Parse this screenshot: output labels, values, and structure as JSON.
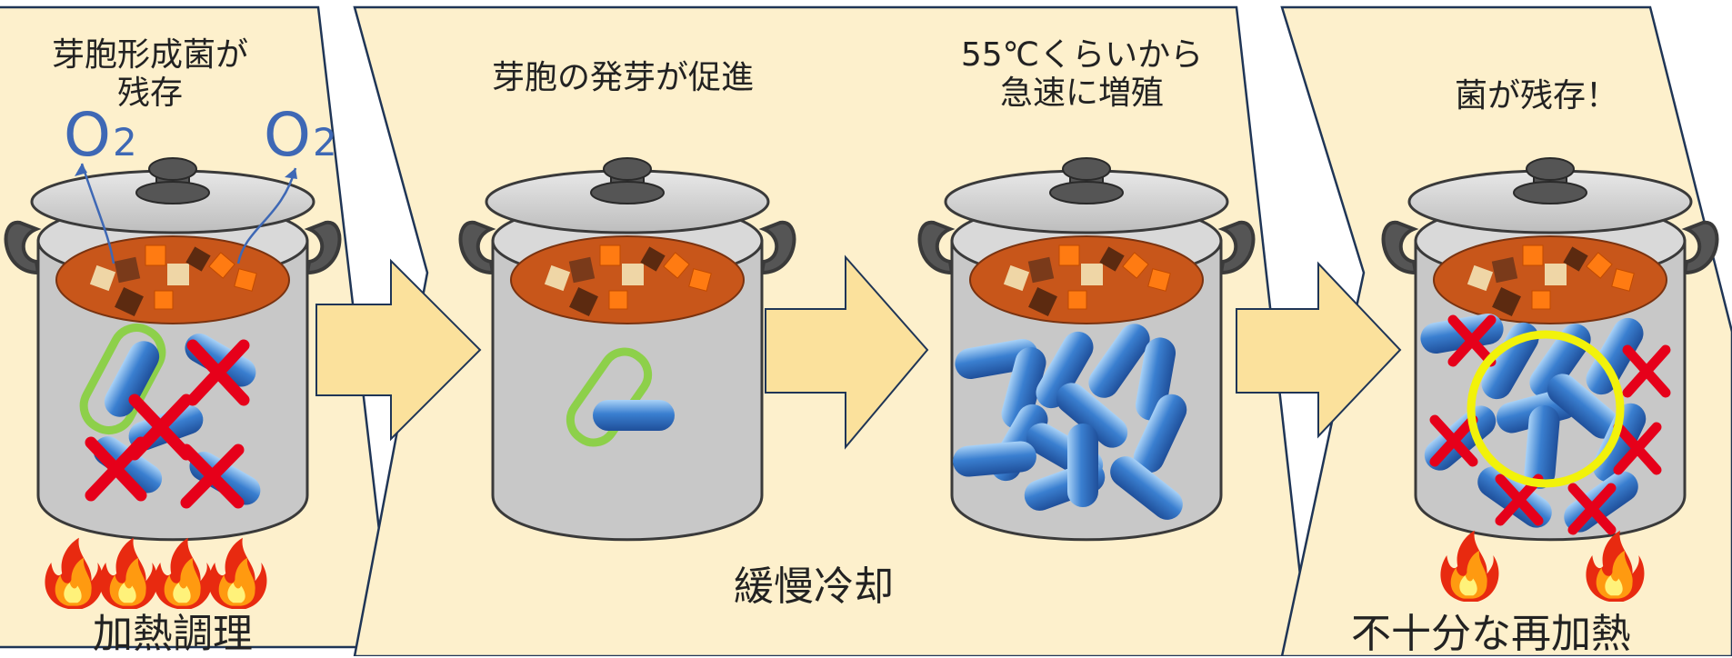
{
  "panels": [
    {
      "caption_lines": [
        "芽胞形成菌が",
        "残存"
      ],
      "bottom_label": "加熱調理",
      "gas": {
        "symbol": "O",
        "subscript": "2"
      }
    },
    {
      "caption_a": "芽胞の発芽が促進",
      "caption_b_lines": [
        "55℃くらいから",
        "急速に増殖"
      ],
      "bottom_label": "緩慢冷却"
    },
    {
      "caption": "菌が残存！",
      "bottom_label": "不十分な再加熱"
    }
  ],
  "colors": {
    "panel_fill": "#fdf0cc",
    "panel_stroke": "#1f3556",
    "arrow_fill": "#fbe19c",
    "pot_body": "#c8c8c8",
    "stew": "#c8561a",
    "bacteria": "#3a7fd0",
    "spore_ring": "#8dd04a",
    "cross": "#e6001a",
    "highlight_ring": "#f2f20a"
  }
}
